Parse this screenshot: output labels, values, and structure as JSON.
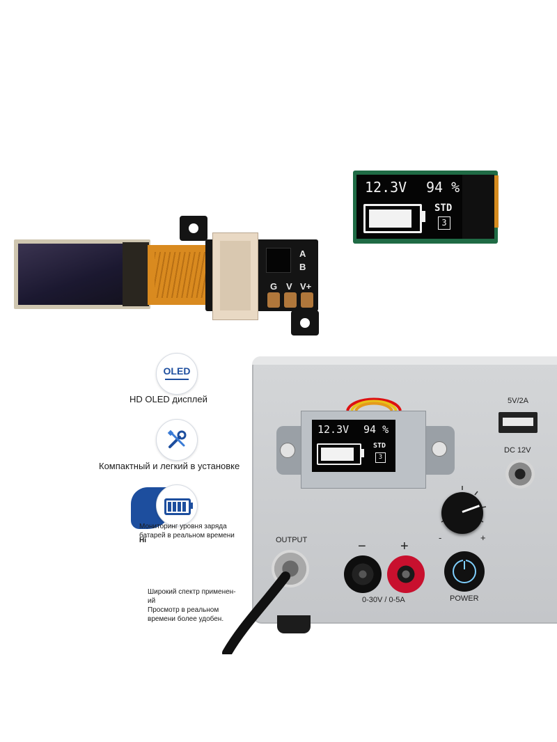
{
  "top_module": {
    "silk_A": "A",
    "silk_B": "B",
    "silk_G": "G",
    "silk_V": "V",
    "silk_Vplus": "V+"
  },
  "green_display": {
    "voltage": "12.3V",
    "percent": "94 %",
    "mode": "STD",
    "mode_num": "3",
    "battery_level": 0.9
  },
  "features": [
    {
      "icon": "oled-icon",
      "icon_text": "OLED",
      "label": "HD OLED дисплей"
    },
    {
      "icon": "tools-icon",
      "label": "Компактный и легкий в установке"
    },
    {
      "icon": "battery-icon",
      "label_line1": "Мониторинг уровня заряда",
      "label_line2": "батарей в реальном времени",
      "overlay": "Hi"
    },
    {
      "label_line1": "Широкий спектр применен-",
      "label_line2": "ий",
      "label_line3": "Просмотр в реальном",
      "label_line4": "времени более удобен."
    }
  ],
  "device": {
    "usb_label": "5V/2A",
    "dc_label": "DC 12V",
    "output_label": "OUTPUT",
    "range_label": "0-30V / 0-5A",
    "power_label": "POWER",
    "minus": "−",
    "plus": "+",
    "knob_minus": "-",
    "knob_plus": "+"
  },
  "device_display": {
    "voltage": "12.3V",
    "percent": "94 %",
    "mode": "STD",
    "mode_num": "3",
    "battery_level": 0.9
  },
  "colors": {
    "flex_cable": "#d98a1f",
    "pcb": "#141414",
    "green_frame": "#1f6b45",
    "red_terminal": "#c8102e",
    "accent_blue": "#1d4e9e"
  }
}
